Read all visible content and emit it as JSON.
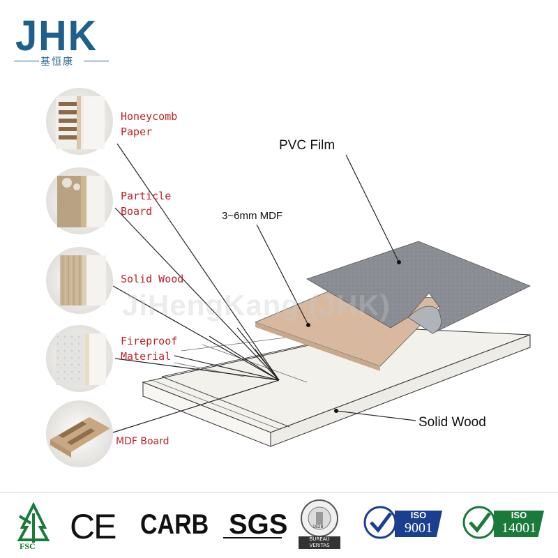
{
  "brand": {
    "logo": "JHK",
    "subtitle": "基恒康",
    "color": "#1f5f8b"
  },
  "materials": [
    {
      "name": "honeycomb",
      "label_lines": [
        "Honeycomb",
        "Paper"
      ]
    },
    {
      "name": "particle",
      "label_lines": [
        "Particle",
        "Board"
      ]
    },
    {
      "name": "solid-wood",
      "label_lines": [
        "Solid Wood"
      ]
    },
    {
      "name": "fireproof",
      "label_lines": [
        "Fireproof",
        "Material"
      ]
    },
    {
      "name": "mdf",
      "label_lines": [
        "MDF Board"
      ]
    }
  ],
  "callouts": {
    "pvc": "PVC Film",
    "mdf": "3~6mm MDF",
    "solid": "Solid Wood"
  },
  "watermark": "JiHengKang (JHK)",
  "certifications": {
    "fsc": "FSC",
    "ce": "CE",
    "carb": "CARB",
    "sgs": "SGS",
    "bv_top": "BUREAU",
    "bv_bottom": "VERITAS",
    "bv_year": "1828",
    "iso9001_top": "ISO",
    "iso9001_num": "9001",
    "iso14001_top": "ISO",
    "iso14001_num": "14001"
  },
  "colors": {
    "label_red": "#c0202a",
    "pvc_film": "#8a8d93",
    "mdf_layer": "#d8b9a0",
    "iso_blue": "#1a3f8f",
    "iso_green": "#1a7a3a"
  }
}
